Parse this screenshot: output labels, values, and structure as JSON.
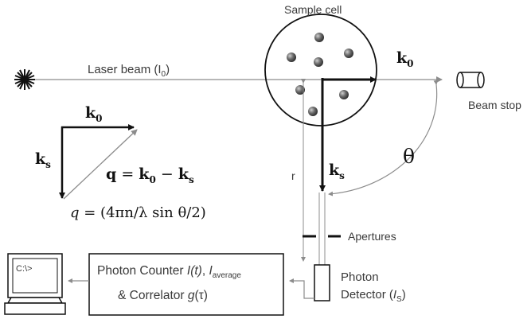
{
  "labels": {
    "sample_cell": "Sample cell",
    "laser_beam": "Laser beam (I",
    "laser_beam_sub": "0",
    "laser_beam_close": ")",
    "beam_stop": "Beam stop",
    "apertures": "Apertures",
    "photon_detector_line1": "Photon",
    "photon_detector_line2": "Detector (",
    "photon_detector_I": "I",
    "photon_detector_sub": "S",
    "photon_detector_close": ")",
    "r_label": "r",
    "theta_label": "θ",
    "counter_line1_a": "Photon Counter ",
    "counter_line1_It": "I(t)",
    "counter_line1_b": ", ",
    "counter_line1_I": "I",
    "counter_line1_sub": "average",
    "counter_line2_a": "& Correlator ",
    "counter_line2_g": "g",
    "counter_line2_tau": "(τ)",
    "computer_prompt": "C:\\>"
  },
  "vectors": {
    "k0": "k",
    "k0_sub": "0",
    "ks": "k",
    "ks_sub": "s"
  },
  "equations": {
    "q_def_lhs": "q",
    "q_def_eq": " = ",
    "q_def_k0": "k",
    "q_def_k0_sub": "0",
    "q_def_minus": " − ",
    "q_def_ks": "k",
    "q_def_ks_sub": "s",
    "q_mag_q": "q",
    "q_mag_rest": " = (4πn/λ sin θ/2)"
  },
  "colors": {
    "line": "#8c8c8c",
    "dark": "#111111",
    "particle": "#555555"
  }
}
